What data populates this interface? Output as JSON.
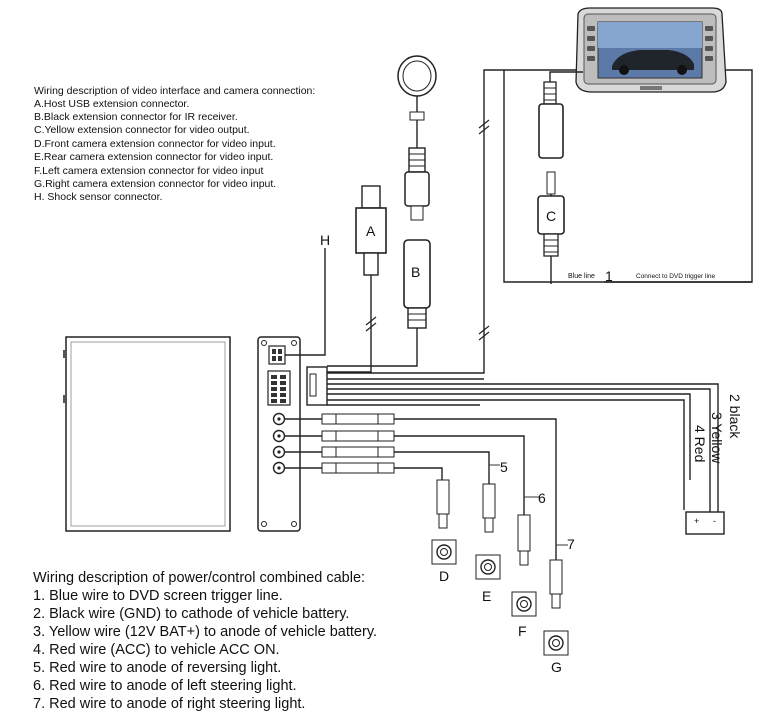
{
  "video_description": {
    "title": "Wiring description of video interface and camera connection:",
    "items": [
      "A.Host USB extension connector.",
      "B.Black extension connector for IR receiver.",
      "C.Yellow extension connector for video output.",
      "D.Front camera extension connector for video input.",
      "E.Rear camera extension connector for video input.",
      "F.Left camera extension connector for video input",
      "G.Right camera extension connector for video input.",
      "H. Shock sensor connector."
    ]
  },
  "power_description": {
    "title": "Wiring description of power/control combined cable:",
    "items": [
      "1. Blue wire to DVD screen trigger line.",
      "2. Black wire (GND) to cathode of vehicle battery.",
      "3. Yellow wire (12V BAT+) to anode of vehicle battery.",
      "4. Red wire (ACC) to vehicle ACC ON.",
      "5. Red wire to anode of reversing light.",
      "6. Red wire to anode of left steering light.",
      "7. Red wire to anode of right steering light."
    ]
  },
  "connector_labels": {
    "a": "A",
    "b": "B",
    "c": "C",
    "h": "H",
    "d": "D",
    "e": "E",
    "f": "F",
    "g": "G"
  },
  "wire_numbers": {
    "n1": "1",
    "n5": "5",
    "n6": "6",
    "n7": "7",
    "n2": "2 black",
    "n3": "3 Yellow",
    "n4": "4 Red"
  },
  "blue_line_label": "Blue line",
  "dvd_trigger_label": "Connect to DVD trigger line",
  "battery": {
    "plus": "+",
    "minus": "-"
  }
}
